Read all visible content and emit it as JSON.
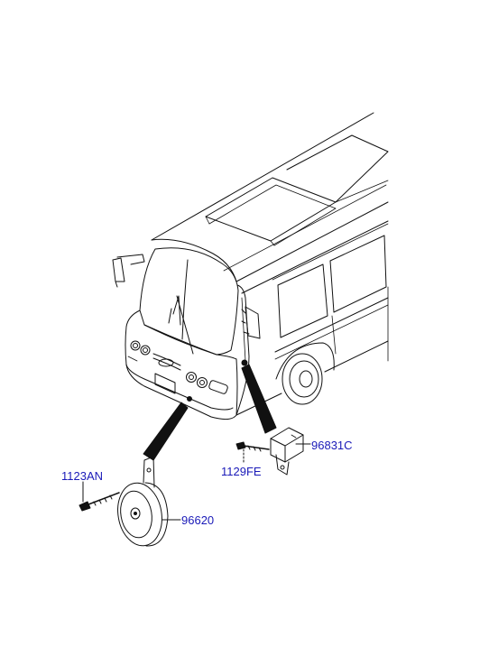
{
  "parts": {
    "horn_sensor": "96831C",
    "horn_sensor_bolt": "1129FE",
    "horn_bolt": "1123AN",
    "horn": "96620"
  },
  "colors": {
    "line": "#111111",
    "label": "#1a1ab8",
    "background": "#ffffff"
  }
}
